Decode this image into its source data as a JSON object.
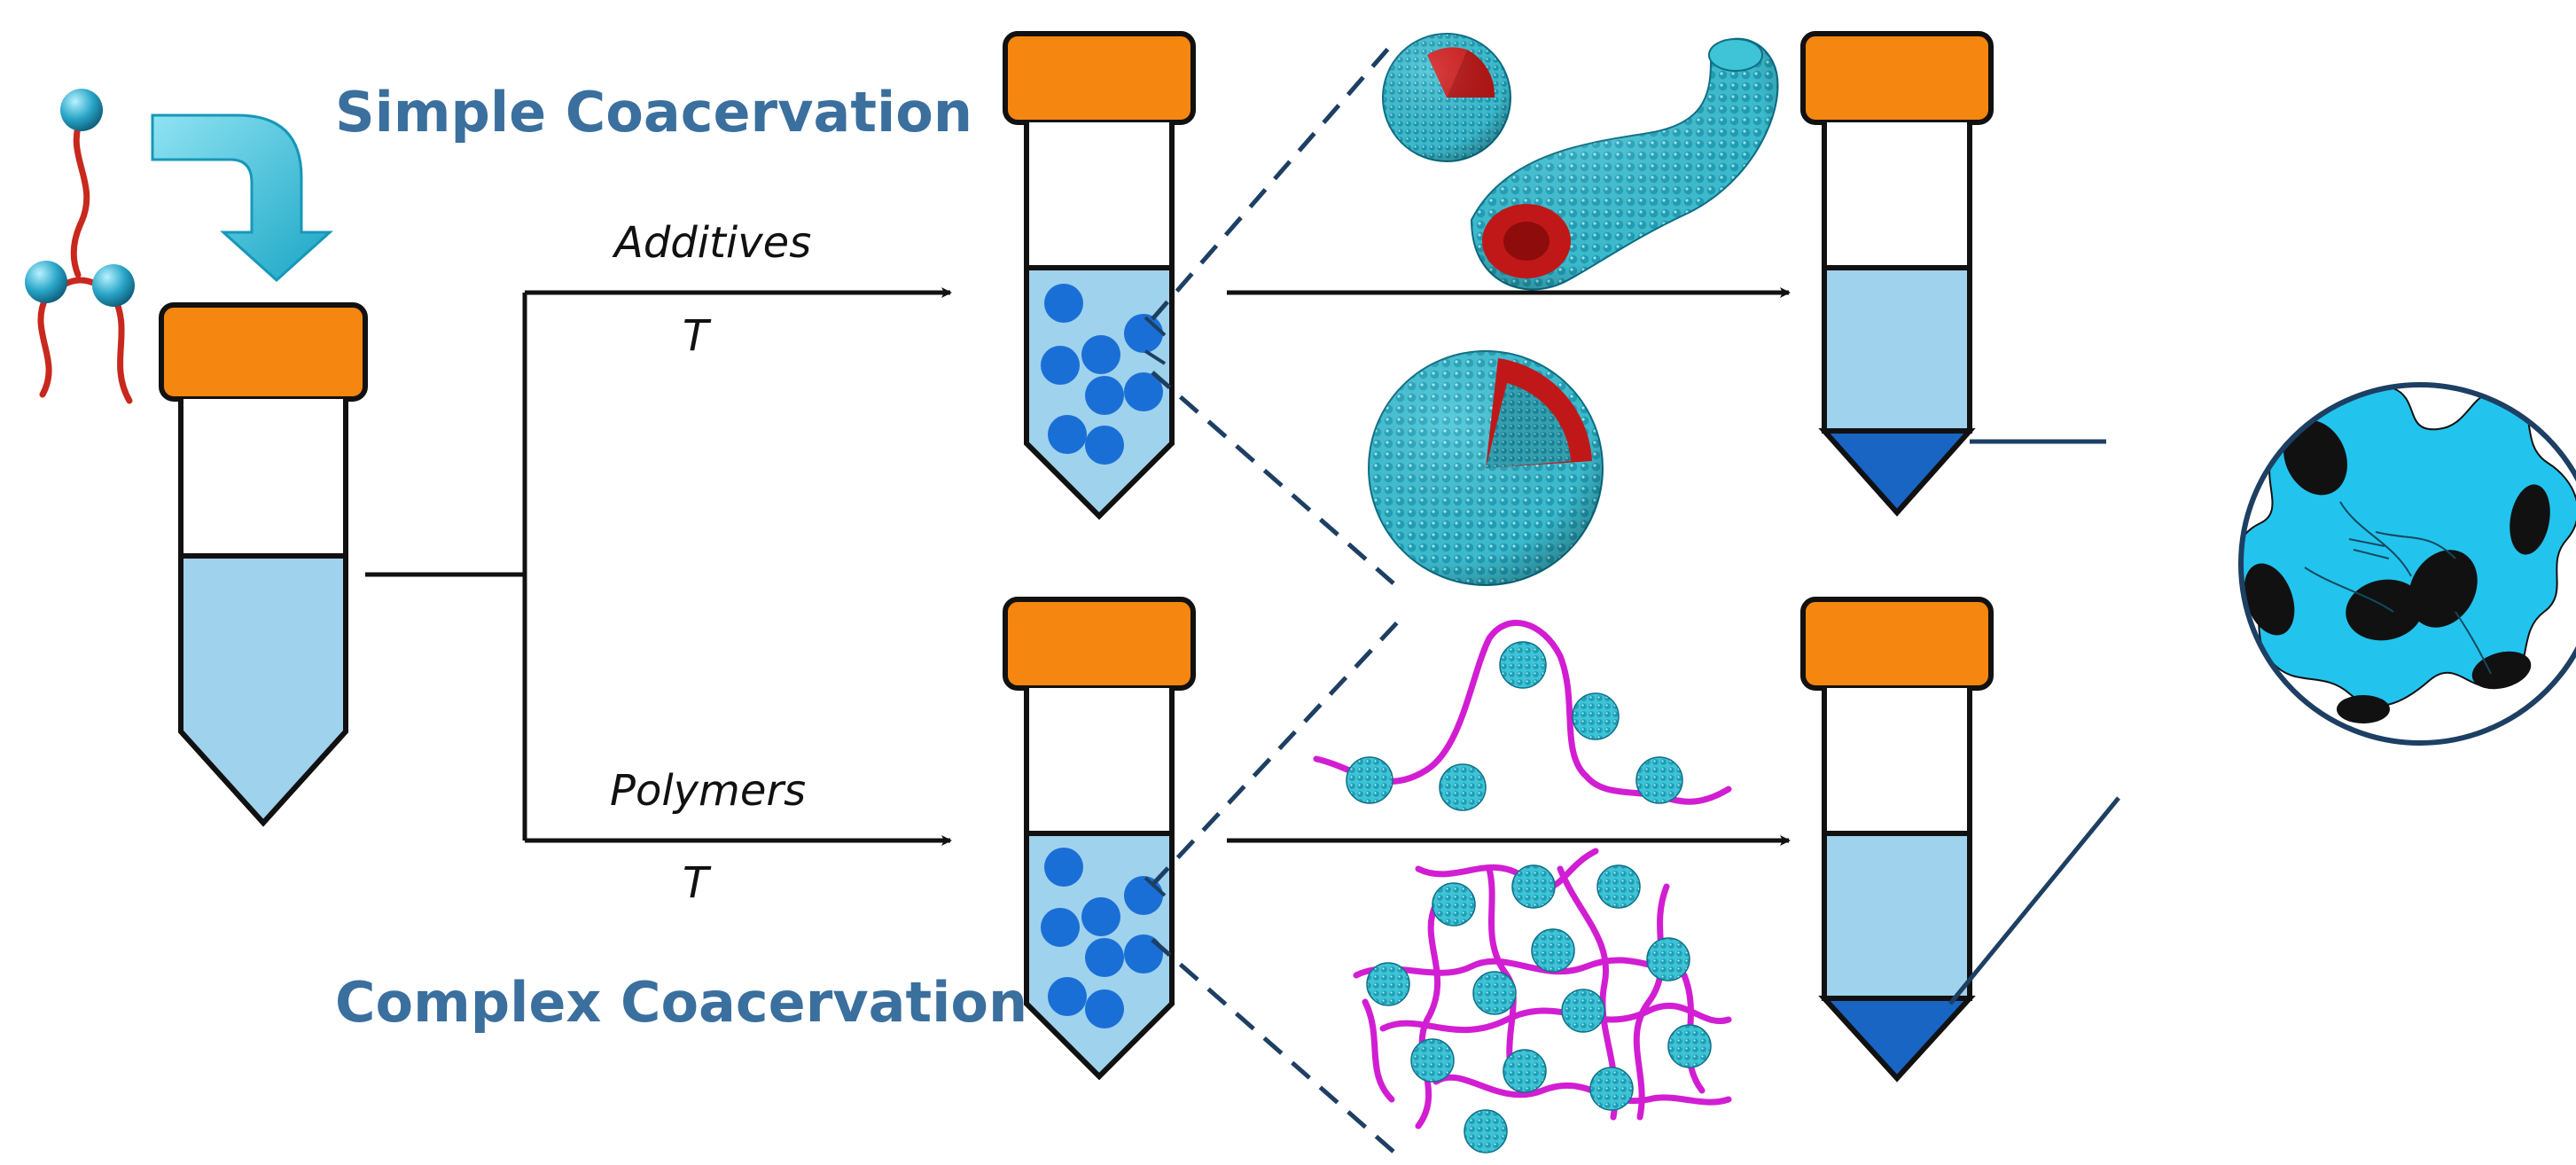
{
  "labels": {
    "simple_title": "Simple Coacervation",
    "complex_title": "Complex Coacervation",
    "additives": "Additives",
    "polymers": "Polymers",
    "temperature_top": "T",
    "temperature_bottom": "T"
  },
  "colors": {
    "cap": "#f5860f",
    "liquid": "#9fd2ec",
    "sediment": "#1865c4",
    "droplet": "#1a6fd6",
    "micelle": "#3cbcd0",
    "core": "#c01818",
    "polymer": "#d21ed2",
    "tail": "#c8281e",
    "coacervate": "#22c4ee",
    "line": "#1d3f63",
    "title": "#3a6f9e"
  },
  "icons": [
    "surfactant-icon",
    "curved-arrow-icon",
    "micelle-icon",
    "wormlike-micelle-icon",
    "vesicle-icon",
    "polymer-chain-icon",
    "coacervate-zoom-icon"
  ]
}
